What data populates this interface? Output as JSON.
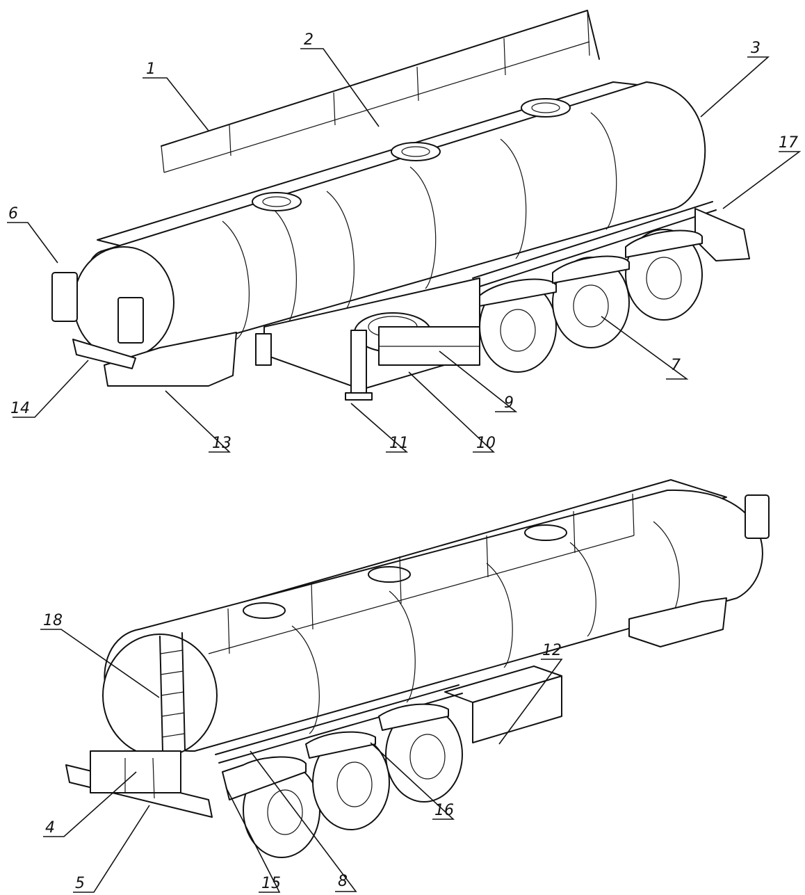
{
  "labels": [
    "1",
    "2",
    "3",
    "6",
    "17",
    "7",
    "14",
    "13",
    "11",
    "10",
    "9",
    "18",
    "12",
    "16",
    "4",
    "5",
    "15",
    "8"
  ],
  "colors": {
    "line": "#111111",
    "paper": "#ffffff"
  }
}
